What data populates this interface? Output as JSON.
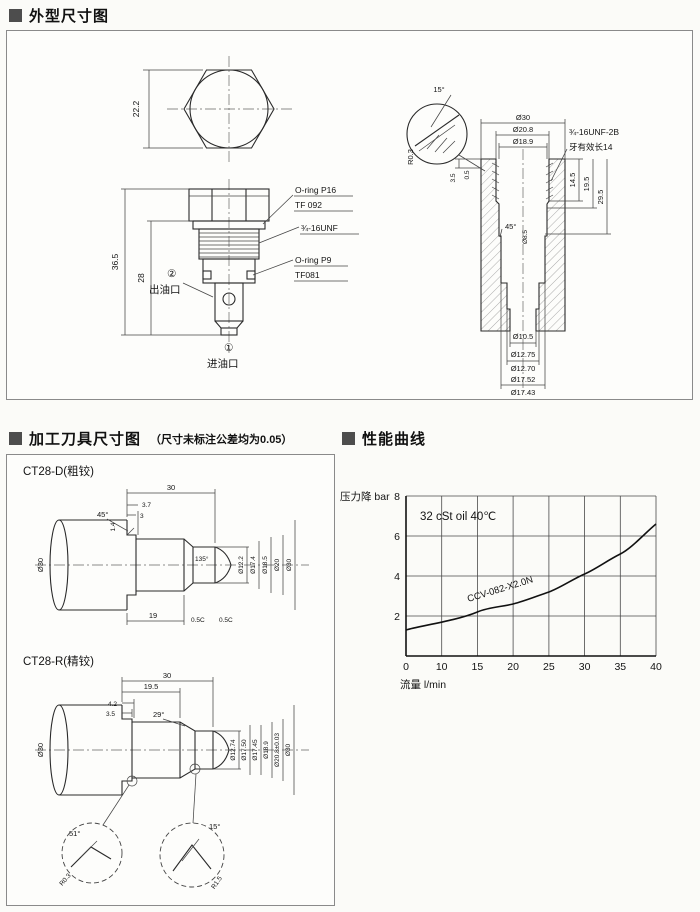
{
  "headers": {
    "h1": "外型尺寸图",
    "h2": "加工刀具尺寸图",
    "h2_note": "（尺寸未标注公差均为0.05）",
    "h3": "性能曲线"
  },
  "outline": {
    "hex_dim": "22.2",
    "oring1a": "O-ring P16",
    "oring1b": "TF 092",
    "thread": "¾-16UNF",
    "oring2a": "O-ring P9",
    "oring2b": "TF081",
    "dim_total": "36.5",
    "dim_mid": "28",
    "port2_num": "②",
    "port2": "出油口",
    "port1_num": "①",
    "port1": "进油口"
  },
  "cavity": {
    "a15": "15°",
    "r03": "R0.3",
    "d30": "Ø30",
    "d208": "Ø20.8",
    "d189": "Ø18.9",
    "spec": "¾-16UNF-2B",
    "thread_len": "牙有效长14",
    "d35": "3.5",
    "d05": "0.5",
    "a45": "45°",
    "d85": "Ø8.5",
    "h145": "14.5",
    "h195": "19.5",
    "h295": "29.5",
    "b105": "Ø10.5",
    "b1275": "Ø12.75",
    "b1270": "Ø12.70",
    "b1752": "Ø17.52",
    "b1743": "Ø17.43"
  },
  "toolD": {
    "title": "CT28-D(粗铰)",
    "len30": "30",
    "l37": "3.7",
    "l3": "3",
    "a45": "45°",
    "c14": "1.4",
    "a135": "135°",
    "dleft": "Ø30",
    "right": [
      "Ø12.2",
      "Ø17.4",
      "Ø18.5",
      "Ø20",
      "Ø30"
    ],
    "len19": "19",
    "ch1": "0.5C",
    "ch2": "0.5C"
  },
  "toolR": {
    "title": "CT28-R(精铰)",
    "len30": "30",
    "l195": "19.5",
    "l42": "4.2",
    "l35": "3.5",
    "a29": "29°",
    "dleft": "Ø30",
    "right": [
      "Ø12.74",
      "Ø17.50",
      "Ø17.45",
      "Ø18.9",
      "Ø20.8±0.03",
      "Ø30"
    ],
    "det1a": "51°",
    "det1r": "R0.3",
    "det2a": "15°",
    "det2r": "R1.5"
  },
  "chart": {
    "ylabel": "压力降 bar",
    "xlabel": "流量 l/min",
    "oil": "32 cSt oil 40℃",
    "curve": "CCV-082-X2.0N",
    "yticks": [
      "8",
      "6",
      "4",
      "2"
    ],
    "xticks": [
      "0",
      "10",
      "15",
      "20",
      "25",
      "30",
      "35",
      "40"
    ]
  },
  "chart_data": {
    "type": "line",
    "title": "性能曲线",
    "x": [
      0,
      10,
      15,
      20,
      25,
      30,
      35,
      40
    ],
    "series": [
      {
        "name": "CCV-082-X2.0N",
        "values": [
          1.3,
          1.9,
          2.2,
          2.6,
          3.2,
          4.1,
          5.1,
          6.6
        ]
      }
    ],
    "xlabel": "流量 l/min",
    "ylabel": "压力降 bar",
    "xlim": [
      0,
      40
    ],
    "ylim": [
      0,
      8
    ],
    "annotation": "32 cSt oil 40℃",
    "grid": true,
    "legend_position": "on-curve"
  }
}
